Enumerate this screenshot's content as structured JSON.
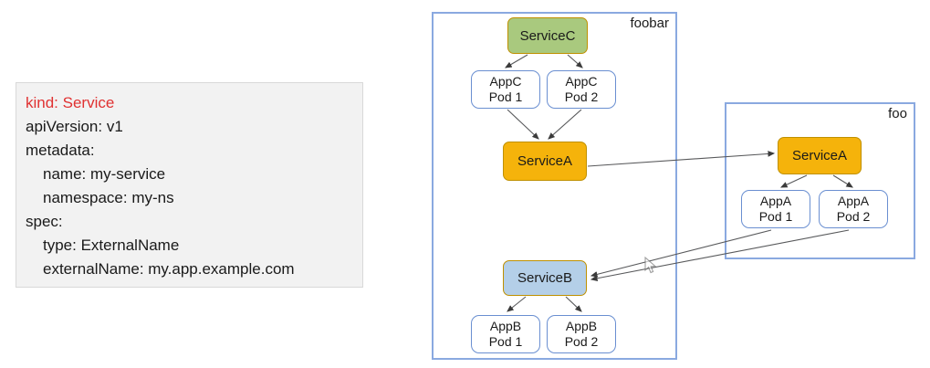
{
  "manifest": {
    "panel_name": "service-yaml-manifest",
    "lines": [
      {
        "text": "kind: Service",
        "highlight": true,
        "indent": 0
      },
      {
        "text": "apiVersion: v1",
        "highlight": false,
        "indent": 0
      },
      {
        "text": "metadata:",
        "highlight": false,
        "indent": 0
      },
      {
        "text": "name: my-service",
        "highlight": false,
        "indent": 1
      },
      {
        "text": "namespace: my-ns",
        "highlight": false,
        "indent": 1
      },
      {
        "text": "spec:",
        "highlight": false,
        "indent": 0
      },
      {
        "text": "type: ExternalName",
        "highlight": false,
        "indent": 1
      },
      {
        "text": "externalName: my.app.example.com",
        "highlight": false,
        "indent": 1
      }
    ],
    "kind_value": "kind: Service",
    "api_version": "apiVersion: v1",
    "metadata_key": "metadata:",
    "metadata_name": "name: my-service",
    "metadata_namespace": "namespace: my-ns",
    "spec_key": "spec:",
    "spec_type": "type: ExternalName",
    "spec_external_name": "externalName: my.app.example.com"
  },
  "diagram": {
    "namespaces": [
      {
        "id": "foobar",
        "label": "foobar"
      },
      {
        "id": "foo",
        "label": "foo"
      }
    ],
    "namespace_foobar_label": "foobar",
    "namespace_foo_label": "foo",
    "nodes": {
      "service_c": {
        "label": "ServiceC",
        "kind": "service",
        "color": "#a9c97e"
      },
      "pod_c1": {
        "line1": "AppC",
        "line2": "Pod 1",
        "kind": "pod"
      },
      "pod_c2": {
        "line1": "AppC",
        "line2": "Pod 2",
        "kind": "pod"
      },
      "service_a_foobar": {
        "label": "ServiceA",
        "kind": "service",
        "color": "#f5b30b"
      },
      "service_b": {
        "label": "ServiceB",
        "kind": "service",
        "color": "#b4cfe8"
      },
      "pod_b1": {
        "line1": "AppB",
        "line2": "Pod 1",
        "kind": "pod"
      },
      "pod_b2": {
        "line1": "AppB",
        "line2": "Pod 2",
        "kind": "pod"
      },
      "service_a_foo": {
        "label": "ServiceA",
        "kind": "service",
        "color": "#f5b30b"
      },
      "pod_a1": {
        "line1": "AppA",
        "line2": "Pod 1",
        "kind": "pod"
      },
      "pod_a2": {
        "line1": "AppA",
        "line2": "Pod 2",
        "kind": "pod"
      }
    },
    "edges": [
      {
        "from": "service_c",
        "to": "pod_c1"
      },
      {
        "from": "service_c",
        "to": "pod_c2"
      },
      {
        "from": "pod_c1",
        "to": "service_a_foobar"
      },
      {
        "from": "pod_c2",
        "to": "service_a_foobar"
      },
      {
        "from": "service_a_foobar",
        "to": "service_a_foo"
      },
      {
        "from": "service_a_foo",
        "to": "pod_a1"
      },
      {
        "from": "service_a_foo",
        "to": "pod_a2"
      },
      {
        "from": "pod_a1",
        "to": "service_b"
      },
      {
        "from": "pod_a2",
        "to": "service_b"
      },
      {
        "from": "service_b",
        "to": "pod_b1"
      },
      {
        "from": "service_b",
        "to": "pod_b2"
      }
    ]
  },
  "colors": {
    "service_green": "#a9c97e",
    "service_orange": "#f5b30b",
    "service_blue": "#b4cfe8",
    "service_border": "#bf9000",
    "pod_border": "#6a8fd1",
    "namespace_border": "#8aa9e0",
    "edge": "#58595b",
    "panel_background": "#f2f2f2",
    "kind_text": "#e03131",
    "body_text": "#1a1a1a"
  }
}
